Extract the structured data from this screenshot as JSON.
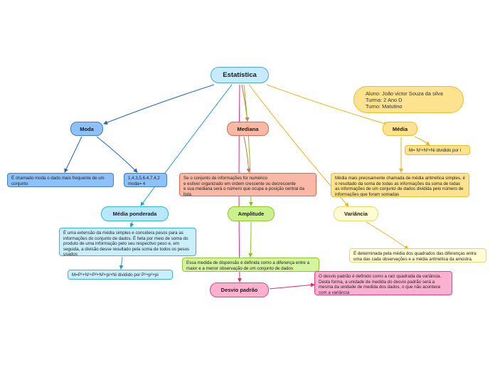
{
  "central": {
    "title": "Estatística"
  },
  "student_info": {
    "lines": [
      "Aluno: João victor Souza da silva",
      "Turma: 2 Ano D",
      "Turno: Matutino"
    ]
  },
  "moda": {
    "title": "Moda",
    "definition": "É chamado moda o dado mais frequente de um conjunto",
    "example": "1,4,3,5,6,4,7,4,2\nmoda= 4"
  },
  "mediana": {
    "title": "Mediana",
    "definition": "Se o conjunto de informações for numérico\ne estiver organizado em ordem crescente ou decrescente\ne sua mediana será o número que ocupa a posição central da lista"
  },
  "media": {
    "title": "Média",
    "formula": "M= N¹+N²+Ni dividido por I",
    "definition": "Média mais precisamente chamada de média aritmética simples, é o resultado da soma de todas as informações da soma de todas as informações de um conjunto de dados dividida pelo número de informações que foram somadas"
  },
  "media_ponderada": {
    "title": "Média ponderada",
    "definition": "É uma extensão da média simples e considera pesos para as informações do conjunto de dados. É feita por meio de soma do produto de uma informação pelo seu respectivo peso e, em seguida, a divisão desse resultado pela soma de todos os pesos usados",
    "formula": "M=P¹+N¹+P²+N²+pi+Ni dividido por P¹+p²+pi"
  },
  "amplitude": {
    "title": "Amplitude",
    "definition": "Essa medida de dispensão é definida como a diferença entre a maior e a menor observação de um conjunto de dados"
  },
  "variancia": {
    "title": "Variância",
    "definition": "É determinada pela média dos quadrados das diferenças entra uma das cada observações e a média aritmética da amostra."
  },
  "desvio_padrao": {
    "title": "Desvio padrão",
    "definition": "O desvio padrão é definido como a raiz quadrada da variância. Desta forma, a unidade de medida do desvio padrão será a mesma da unidade de medida dos dados, o que não acontece com a variância"
  },
  "colors": {
    "moda": "#3b7fd6",
    "mediana": "#de6a4e",
    "media": "#ebbd26",
    "media_ponderada": "#37b1de",
    "amplitude": "#8ec92b",
    "variancia": "#e8d76e",
    "desvio_padrao": "#e63f8a"
  }
}
